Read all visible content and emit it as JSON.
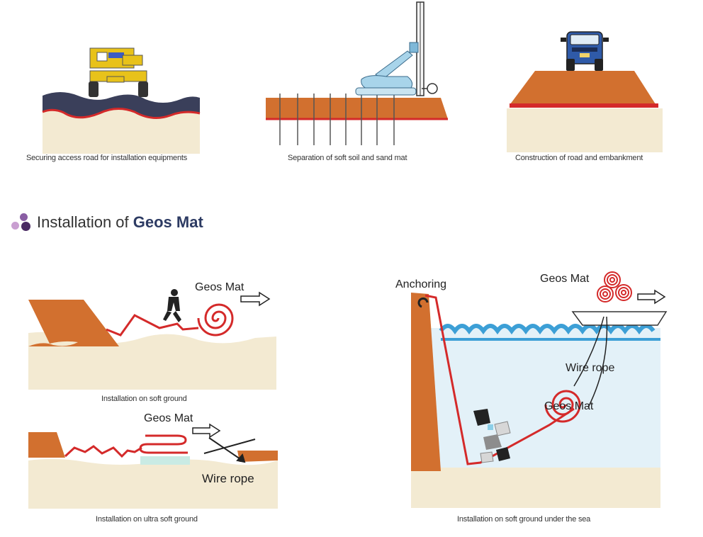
{
  "captions": {
    "access_road": "Securing access road for installation equipments",
    "separation": "Separation of soft soil and sand mat",
    "embankment": "Construction of road and embankment",
    "soft_ground": "Installation on soft ground",
    "ultra_soft": "Installation on ultra soft ground",
    "under_sea": "Installation on soft ground under the sea"
  },
  "section": {
    "title_prefix": "Installation of",
    "title_bold": "Geos Mat"
  },
  "labels": {
    "geos_mat_1": "Geos Mat",
    "geos_mat_2": "Geos Mat",
    "wire_rope_1": "Wire rope",
    "anchoring": "Anchoring",
    "geos_mat_3": "Geos Mat",
    "wire_rope_2": "Wire rope",
    "geos_mat_4": "Geos Mat"
  },
  "colors": {
    "soil_orange": "#d2702f",
    "sand": "#f3ead2",
    "mat_red": "#d42a2a",
    "asphalt": "#3a3f5a",
    "sea_blue": "#3c9fd6",
    "water": "#e3f1f8",
    "machine_yellow": "#e8c21a",
    "dot_light": "#c99fd1",
    "dot_mid": "#8a5ea4",
    "dot_dark": "#4a2a63"
  }
}
